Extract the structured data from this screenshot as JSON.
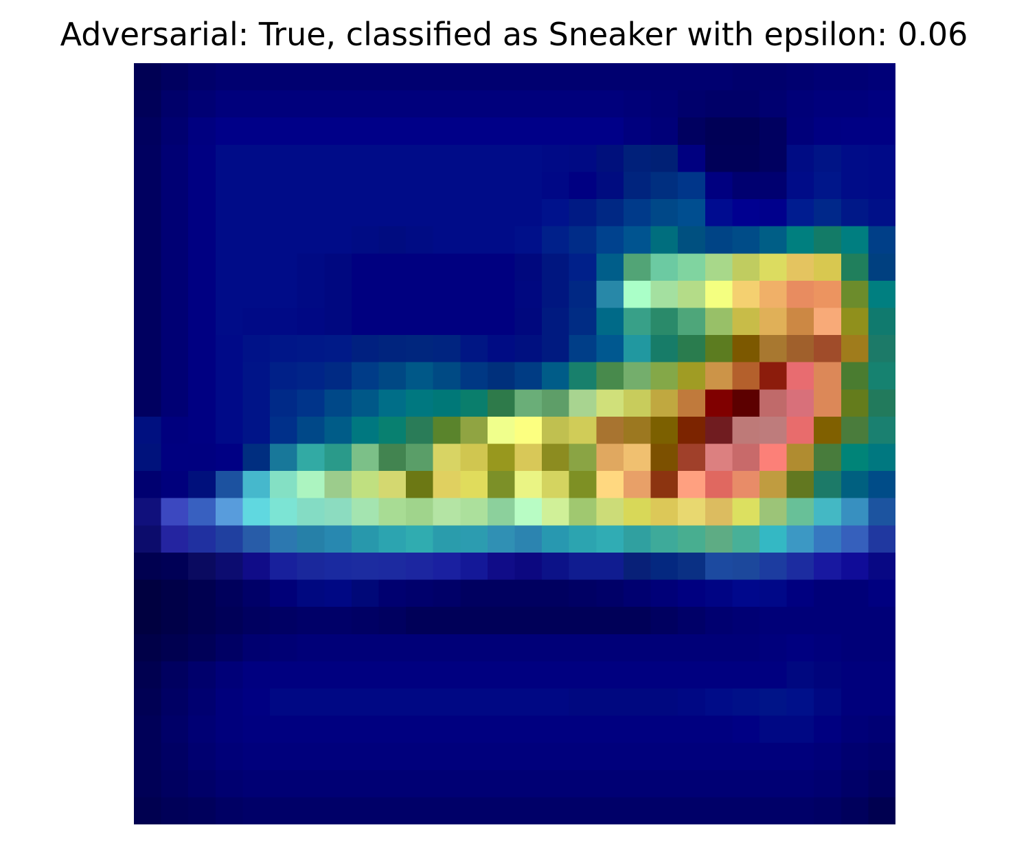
{
  "figure": {
    "title": "Adversarial: True, classified as Sneaker with epsilon: 0.06"
  },
  "image": {
    "grid_size": 28,
    "colormap": "jet-like overlay",
    "rows": [
      [
        "#000054",
        "#000060",
        "#00006a",
        "#000070",
        "#000070",
        "#000070",
        "#000070",
        "#000070",
        "#000070",
        "#000070",
        "#000070",
        "#000070",
        "#000070",
        "#000070",
        "#000070",
        "#000070",
        "#000070",
        "#000070",
        "#000070",
        "#000070",
        "#000070",
        "#000070",
        "#00006c",
        "#00006c",
        "#000070",
        "#000074",
        "#000074",
        "#000078"
      ],
      [
        "#000058",
        "#00006a",
        "#000074",
        "#00007c",
        "#00007c",
        "#00007c",
        "#00007c",
        "#00007c",
        "#00007c",
        "#00007c",
        "#00007c",
        "#00007c",
        "#00007c",
        "#00007c",
        "#00007c",
        "#00007c",
        "#00007c",
        "#00007c",
        "#000078",
        "#000074",
        "#00006c",
        "#000068",
        "#000068",
        "#000070",
        "#000078",
        "#00007c",
        "#00007c",
        "#000080"
      ],
      [
        "#00005e",
        "#000070",
        "#000080",
        "#000088",
        "#000088",
        "#000088",
        "#000088",
        "#000088",
        "#000088",
        "#000088",
        "#000088",
        "#000088",
        "#000088",
        "#000088",
        "#000088",
        "#000088",
        "#000088",
        "#000088",
        "#00007e",
        "#000078",
        "#000060",
        "#000056",
        "#000056",
        "#000060",
        "#00007a",
        "#000082",
        "#000084",
        "#000084"
      ],
      [
        "#000060",
        "#000074",
        "#000082",
        "#000c88",
        "#000c88",
        "#000c88",
        "#000c88",
        "#000c88",
        "#000c88",
        "#000c88",
        "#000c88",
        "#000c88",
        "#000c88",
        "#000c88",
        "#000c88",
        "#000a86",
        "#000a84",
        "#00107c",
        "#00207a",
        "#002075",
        "#000080",
        "#000058",
        "#000058",
        "#000060",
        "#000c84",
        "#001486",
        "#000c88",
        "#000a88"
      ],
      [
        "#000060",
        "#000074",
        "#000082",
        "#000c88",
        "#000c88",
        "#000c88",
        "#000c88",
        "#000c88",
        "#000c88",
        "#000c88",
        "#000c88",
        "#000c88",
        "#000c88",
        "#000c88",
        "#000c88",
        "#000886",
        "#000082",
        "#000c80",
        "#00247e",
        "#002f80",
        "#00368a",
        "#000080",
        "#000070",
        "#000070",
        "#000c88",
        "#00168a",
        "#000c88",
        "#000a88"
      ],
      [
        "#000060",
        "#000074",
        "#000082",
        "#000c88",
        "#000c88",
        "#000c88",
        "#000c88",
        "#000c88",
        "#000c88",
        "#000c88",
        "#000c88",
        "#000c88",
        "#000c88",
        "#000c88",
        "#000c88",
        "#00128c",
        "#001a84",
        "#002884",
        "#003a8a",
        "#004888",
        "#004e90",
        "#000c90",
        "#000090",
        "#00008c",
        "#001c90",
        "#00288a",
        "#001888",
        "#001088"
      ],
      [
        "#000060",
        "#000074",
        "#000082",
        "#000c88",
        "#000c88",
        "#000c88",
        "#000c88",
        "#000c88",
        "#000c84",
        "#000c80",
        "#000c84",
        "#000c88",
        "#000c88",
        "#000c88",
        "#00108a",
        "#00208a",
        "#002c88",
        "#00428e",
        "#005490",
        "#006e7e",
        "#005080",
        "#004486",
        "#004c88",
        "#005e86",
        "#007f7f",
        "#137b67",
        "#007e80",
        "#003f88"
      ],
      [
        "#000060",
        "#000074",
        "#000082",
        "#000c88",
        "#000c88",
        "#000c88",
        "#000a84",
        "#000880",
        "#000080",
        "#000080",
        "#000080",
        "#000080",
        "#000080",
        "#000080",
        "#00087e",
        "#001680",
        "#00208a",
        "#005e8a",
        "#52a476",
        "#6ccaa2",
        "#80d4a0",
        "#a8d88a",
        "#c0cc60",
        "#dcdc60",
        "#e4c460",
        "#d8c850",
        "#207f5c",
        "#004080"
      ],
      [
        "#000060",
        "#000074",
        "#000082",
        "#000c88",
        "#000c88",
        "#000c88",
        "#000a84",
        "#000880",
        "#000080",
        "#000080",
        "#000080",
        "#000080",
        "#000080",
        "#000080",
        "#000880",
        "#001680",
        "#002884",
        "#2888a8",
        "#aaffc8",
        "#a4e0a0",
        "#b4dc88",
        "#f4ff80",
        "#f4d070",
        "#f0b068",
        "#e88c60",
        "#ec9460",
        "#6c8c2c",
        "#007f80"
      ],
      [
        "#000060",
        "#000074",
        "#000082",
        "#000c88",
        "#000a86",
        "#000a86",
        "#000884",
        "#000880",
        "#000080",
        "#000080",
        "#000080",
        "#000080",
        "#000080",
        "#000080",
        "#00087e",
        "#001a80",
        "#002c84",
        "#006a88",
        "#38a088",
        "#2a8a6a",
        "#4ea67a",
        "#98c068",
        "#c8bc48",
        "#e0b058",
        "#cc8844",
        "#f8aa78",
        "#90901c",
        "#107a6e"
      ],
      [
        "#000060",
        "#000074",
        "#000082",
        "#000a88",
        "#001288",
        "#001688",
        "#001888",
        "#001a88",
        "#002080",
        "#00247e",
        "#00267e",
        "#002480",
        "#001684",
        "#000c84",
        "#001080",
        "#001a80",
        "#003e88",
        "#005890",
        "#2198a0",
        "#177c68",
        "#2a7c4e",
        "#5c7c20",
        "#7c5800",
        "#a87830",
        "#a0602c",
        "#a04c2a",
        "#a07c1c",
        "#1c7a68"
      ],
      [
        "#000060",
        "#000074",
        "#000082",
        "#000a88",
        "#001488",
        "#002088",
        "#002488",
        "#002a84",
        "#003c88",
        "#004884",
        "#005888",
        "#004a84",
        "#003884",
        "#00307c",
        "#003c84",
        "#005c88",
        "#18806c",
        "#488a4c",
        "#74ae6c",
        "#84a848",
        "#a09c24",
        "#cc9448",
        "#b4602c",
        "#8c1c0c",
        "#e86c70",
        "#dc8858",
        "#4a7c30",
        "#168270"
      ],
      [
        "#000060",
        "#000074",
        "#000082",
        "#000a88",
        "#001488",
        "#002a88",
        "#00348a",
        "#004888",
        "#005888",
        "#006e88",
        "#007880",
        "#007878",
        "#0a7e6c",
        "#2e7a4a",
        "#6aae78",
        "#5e9e68",
        "#a8d490",
        "#d0e07a",
        "#c8cc5c",
        "#c0a840",
        "#c07a3c",
        "#800000",
        "#5c0000",
        "#c06a6a",
        "#d8707a",
        "#dc8858",
        "#647c1c",
        "#227a5c"
      ],
      [
        "#001080",
        "#00007e",
        "#000082",
        "#000a88",
        "#001488",
        "#00308a",
        "#004888",
        "#005c88",
        "#007880",
        "#088070",
        "#2a7c58",
        "#5a842c",
        "#90a442",
        "#f0ff8c",
        "#fcff80",
        "#c0c050",
        "#d0cc58",
        "#a87430",
        "#9c7820",
        "#7c6000",
        "#7c2400",
        "#701c20",
        "#be7a78",
        "#be7c7c",
        "#e86c6c",
        "#806000",
        "#4a7c3c",
        "#1a8070"
      ],
      [
        "#00127c",
        "#000080",
        "#000080",
        "#000084",
        "#002e80",
        "#18789a",
        "#32aaa4",
        "#2a9a8a",
        "#7cc088",
        "#428450",
        "#5a9e68",
        "#d8d464",
        "#d0c650",
        "#98981e",
        "#d8c858",
        "#8c8c20",
        "#8aa444",
        "#e0a860",
        "#f0c070",
        "#7c5000",
        "#a0402a",
        "#dc8080",
        "#c86a6a",
        "#fc8078",
        "#b08c30",
        "#487c3c",
        "#008478",
        "#007880"
      ],
      [
        "#000070",
        "#00007c",
        "#00107c",
        "#1c52a0",
        "#46b8cc",
        "#84e0c4",
        "#acf4c0",
        "#9ccc8c",
        "#c0e080",
        "#d4d870",
        "#6c7814",
        "#e0d060",
        "#e0dc5c",
        "#7c9028",
        "#eaf484",
        "#d4d460",
        "#7e9024",
        "#ffd880",
        "#e8a068",
        "#8c3410",
        "#ffa080",
        "#e06860",
        "#e88c68",
        "#c09c40",
        "#627820",
        "#1c7a68",
        "#006080",
        "#004c88"
      ],
      [
        "#10107c",
        "#3c48c0",
        "#3860c0",
        "#589cdc",
        "#60d8e0",
        "#7ce4d4",
        "#84dcc4",
        "#8cdcc0",
        "#a4e4b0",
        "#a8dc94",
        "#a0d48c",
        "#b4e4a4",
        "#ace09c",
        "#8cd09c",
        "#b8fcc4",
        "#d0f098",
        "#a0c870",
        "#ccdc78",
        "#d8d858",
        "#dcc858",
        "#e8d870",
        "#dcbc60",
        "#dce060",
        "#9cc478",
        "#68c098",
        "#44b8c4",
        "#3890c0",
        "#1c54a0"
      ],
      [
        "#0c0c6c",
        "#2424a0",
        "#2030a0",
        "#2040a0",
        "#285ca8",
        "#2c78b0",
        "#2680a8",
        "#2888b0",
        "#2898ac",
        "#2ca4b0",
        "#30acb0",
        "#2a9cac",
        "#2c9cb0",
        "#3090b4",
        "#2c84b0",
        "#2898b0",
        "#2ca4b0",
        "#30acb4",
        "#30a0a0",
        "#3eaa9a",
        "#48ae90",
        "#5eac84",
        "#48b098",
        "#34b8c4",
        "#3c98c4",
        "#3678c0",
        "#3660bc",
        "#2038a0"
      ],
      [
        "#000050",
        "#000056",
        "#0a0a60",
        "#0c0c70",
        "#100c88",
        "#18209c",
        "#1a289c",
        "#1a2aa0",
        "#1c2ca0",
        "#1c2aa0",
        "#1c26a0",
        "#1a20a0",
        "#141898",
        "#100c88",
        "#0c0880",
        "#0c1288",
        "#101c90",
        "#101c90",
        "#082078",
        "#042880",
        "#0a3084",
        "#1c4aa0",
        "#1c489c",
        "#1c3ca0",
        "#1c2ca0",
        "#1818a0",
        "#100c98",
        "#080884"
      ],
      [
        "#000040",
        "#000048",
        "#000050",
        "#00005c",
        "#000068",
        "#000078",
        "#000880",
        "#000884",
        "#000878",
        "#000070",
        "#00006c",
        "#000068",
        "#000060",
        "#000060",
        "#000060",
        "#000060",
        "#000064",
        "#000068",
        "#000070",
        "#000078",
        "#000080",
        "#000484",
        "#00088c",
        "#000888",
        "#000080",
        "#000078",
        "#000078",
        "#000080"
      ],
      [
        "#000040",
        "#000048",
        "#000050",
        "#000058",
        "#000060",
        "#000064",
        "#000068",
        "#000068",
        "#000064",
        "#000060",
        "#000058",
        "#000058",
        "#000058",
        "#000058",
        "#000058",
        "#000058",
        "#000058",
        "#000058",
        "#000058",
        "#000060",
        "#000068",
        "#000070",
        "#000074",
        "#000078",
        "#000078",
        "#000078",
        "#000078",
        "#000078"
      ],
      [
        "#000048",
        "#000050",
        "#000058",
        "#000064",
        "#000070",
        "#000074",
        "#000078",
        "#000078",
        "#000078",
        "#000078",
        "#000078",
        "#000078",
        "#000078",
        "#000078",
        "#000078",
        "#000078",
        "#000078",
        "#000078",
        "#000078",
        "#000078",
        "#000078",
        "#000078",
        "#000078",
        "#00007c",
        "#000080",
        "#00007c",
        "#000078",
        "#000078"
      ],
      [
        "#000050",
        "#000060",
        "#00006c",
        "#000078",
        "#000080",
        "#000080",
        "#000080",
        "#000080",
        "#000080",
        "#000080",
        "#000080",
        "#000080",
        "#000080",
        "#000080",
        "#000080",
        "#000080",
        "#000080",
        "#000080",
        "#000080",
        "#000080",
        "#000080",
        "#000080",
        "#000080",
        "#000080",
        "#000880",
        "#00047c",
        "#00007c",
        "#00007c"
      ],
      [
        "#000054",
        "#000064",
        "#000070",
        "#00007c",
        "#000082",
        "#000884",
        "#000884",
        "#000884",
        "#000884",
        "#000884",
        "#000884",
        "#000884",
        "#000884",
        "#000884",
        "#000884",
        "#000884",
        "#000880",
        "#000880",
        "#000880",
        "#000880",
        "#000884",
        "#000c88",
        "#001088",
        "#001488",
        "#00108a",
        "#000882",
        "#00007c",
        "#00007c"
      ],
      [
        "#000058",
        "#000068",
        "#000074",
        "#00007c",
        "#000080",
        "#000080",
        "#000080",
        "#000080",
        "#000080",
        "#000080",
        "#000080",
        "#000080",
        "#000080",
        "#000080",
        "#000080",
        "#000080",
        "#000080",
        "#000080",
        "#000080",
        "#000080",
        "#000080",
        "#000080",
        "#000084",
        "#000884",
        "#000884",
        "#000080",
        "#000078",
        "#000074"
      ],
      [
        "#000058",
        "#000064",
        "#000070",
        "#000078",
        "#00007c",
        "#00007c",
        "#00007c",
        "#00007c",
        "#00007c",
        "#00007c",
        "#00007c",
        "#00007c",
        "#00007c",
        "#00007c",
        "#00007c",
        "#00007c",
        "#00007c",
        "#00007c",
        "#00007c",
        "#00007c",
        "#00007c",
        "#00007c",
        "#00007c",
        "#00007c",
        "#00007c",
        "#000078",
        "#000070",
        "#00006c"
      ],
      [
        "#000056",
        "#000060",
        "#000068",
        "#000070",
        "#000074",
        "#000074",
        "#000074",
        "#000074",
        "#000074",
        "#000074",
        "#000074",
        "#000074",
        "#000074",
        "#000074",
        "#000074",
        "#000074",
        "#000074",
        "#000074",
        "#000074",
        "#000074",
        "#000074",
        "#000074",
        "#000074",
        "#000074",
        "#000074",
        "#000070",
        "#000068",
        "#000060"
      ],
      [
        "#000050",
        "#000058",
        "#00005c",
        "#000064",
        "#000068",
        "#000068",
        "#000068",
        "#000068",
        "#000068",
        "#000068",
        "#000068",
        "#000068",
        "#000068",
        "#000068",
        "#000068",
        "#000068",
        "#000068",
        "#000068",
        "#000068",
        "#000068",
        "#000068",
        "#000068",
        "#000068",
        "#000068",
        "#000068",
        "#000064",
        "#00005c",
        "#000050"
      ]
    ]
  }
}
